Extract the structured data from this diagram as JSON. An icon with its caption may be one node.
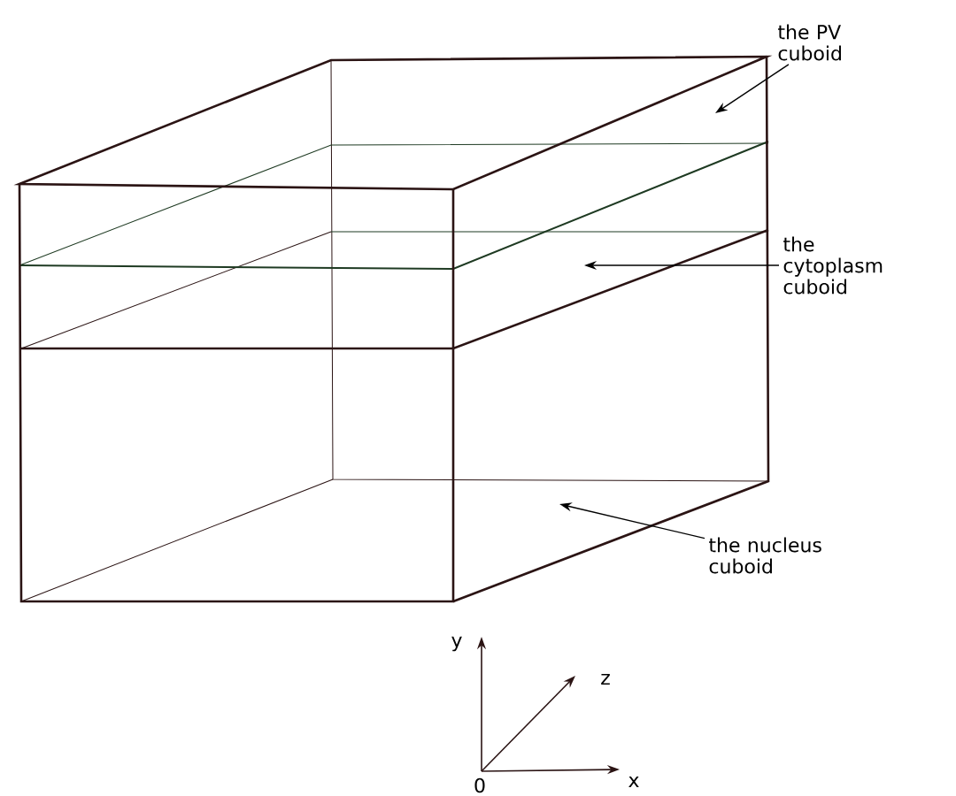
{
  "diagram": {
    "nodes": [
      {
        "text": [
          "the PV cuboid"
        ]
      },
      {
        "text": [
          "the cytoplasm cuboid"
        ]
      },
      {
        "text": [
          "the nucleus cuboid"
        ]
      }
    ],
    "edges": [
      {
        "from": 0,
        "to": null,
        "arrow": "to"
      },
      {
        "from": 1,
        "to": null,
        "arrow": "to"
      },
      {
        "from": 2,
        "to": null,
        "arrow": "to"
      }
    ],
    "labels": [
      "y",
      "z",
      "0",
      "x"
    ]
  }
}
